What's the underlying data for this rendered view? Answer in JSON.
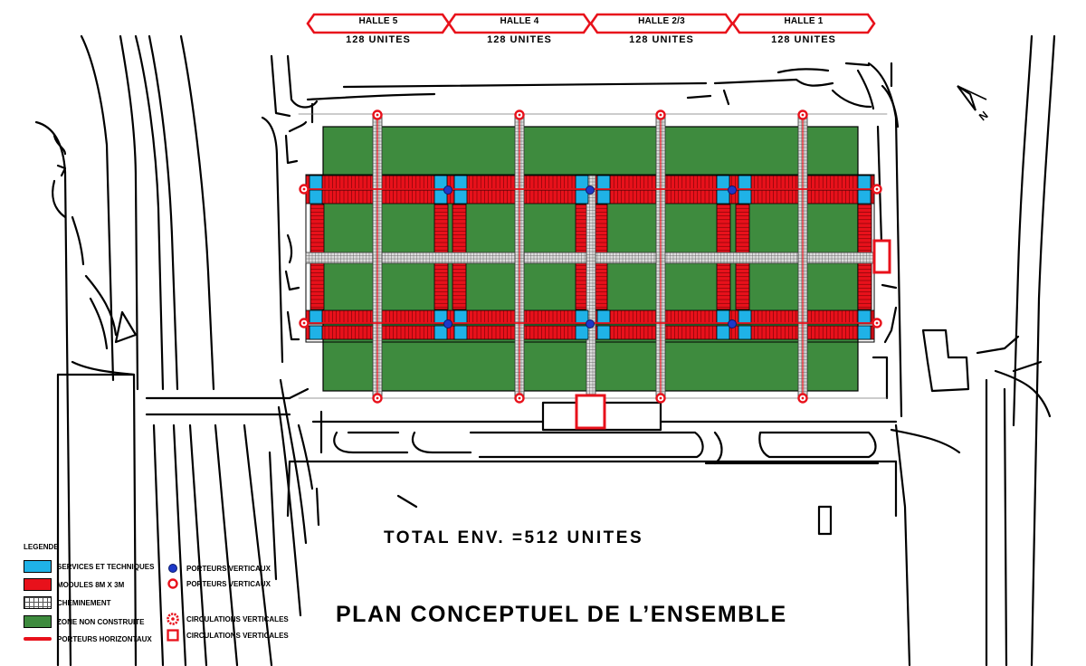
{
  "halls": [
    {
      "name": "HALLE 5",
      "units": "128 UNITES"
    },
    {
      "name": "HALLE 4",
      "units": "128 UNITES"
    },
    {
      "name": "HALLE 2/3",
      "units": "128 UNITES"
    },
    {
      "name": "HALLE 1",
      "units": "128 UNITES"
    }
  ],
  "total": "TOTAL ENV. =512 UNITES",
  "title": "PLAN CONCEPTUEL DE L’ENSEMBLE",
  "north_label": "N",
  "legend": {
    "title": "LEGENDE",
    "items": [
      {
        "label": "SERVICES ET TECHNIQUES",
        "symbol": "blue-square"
      },
      {
        "label": "MODULES 8M X 3M",
        "symbol": "red-square"
      },
      {
        "label": "CHEMINEMENT",
        "symbol": "grid-pattern"
      },
      {
        "label": "ZONE NON CONSTRUITE",
        "symbol": "green-square"
      },
      {
        "label": "PORTEURS HORIZONTAUX",
        "symbol": "red-line"
      },
      {
        "label": "PORTEURS VERTICAUX",
        "symbol": "blue-dot"
      },
      {
        "label": "PORTEURS VERTICAUX",
        "symbol": "red-ring"
      },
      {
        "label": "CIRCULATIONS VERTICALES",
        "symbol": "red-gear"
      },
      {
        "label": "CIRCULATIONS VERTICALES",
        "symbol": "red-square-outline"
      }
    ]
  },
  "colors": {
    "services": "#1fb2e7",
    "modules": "#e8111b",
    "zone": "#3e8b3e",
    "lines": "#000000"
  }
}
